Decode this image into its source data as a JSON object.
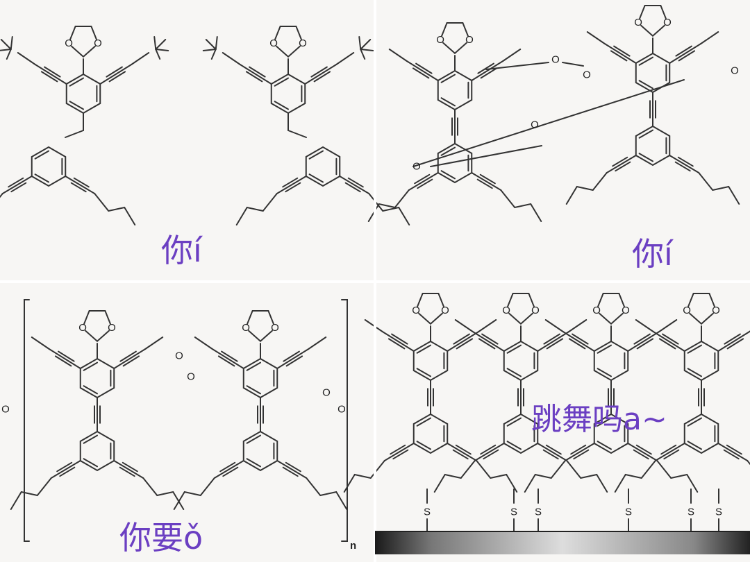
{
  "captions": {
    "top_left": "你í",
    "top_right": "你í",
    "bottom_left": "你要ǒ",
    "bottom_right": "跳舞吗a~"
  },
  "polymer_subscript": "n",
  "atom_labels": {
    "oxygen": "O",
    "sulfur": "S"
  },
  "colors": {
    "caption": "#6b3fc2",
    "background": "#f7f6f4"
  }
}
